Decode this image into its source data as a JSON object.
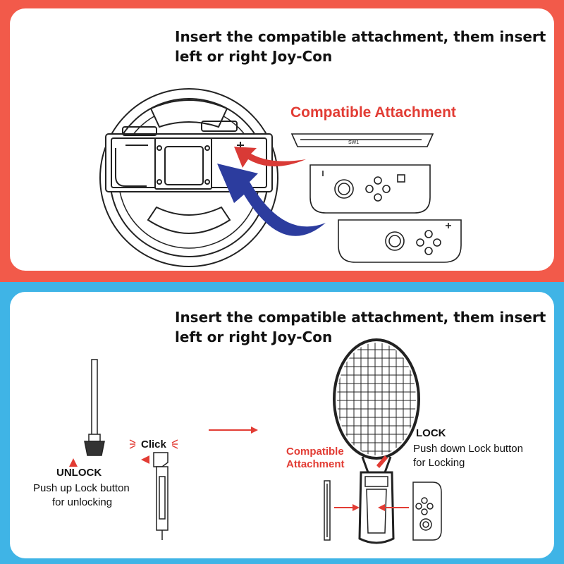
{
  "top_panel": {
    "heading_line1": "Insert the compatible attachment, them insert",
    "heading_line2": "left or right Joy-Con",
    "attachment_label": "Compatible Attachment",
    "attachment_part_text": "SW1",
    "accent_color": "#e23c34",
    "arrow_red_color": "#d93a36",
    "arrow_blue_color": "#2c3c9e"
  },
  "bottom_panel": {
    "heading_line1": "Insert the compatible attachment, them insert",
    "heading_line2": "left or right Joy-Con",
    "click_label": "Click",
    "unlock_title": "UNLOCK",
    "unlock_line1": "Push up Lock button",
    "unlock_line2": "for unlocking",
    "lock_title": "LOCK",
    "lock_line1": "Push down Lock button",
    "lock_line2": "for Locking",
    "attachment_line1": "Compatible",
    "attachment_line2": "Attachment"
  },
  "colors": {
    "top_band": "#f25a4a",
    "bottom_band": "#3fb4e6"
  }
}
